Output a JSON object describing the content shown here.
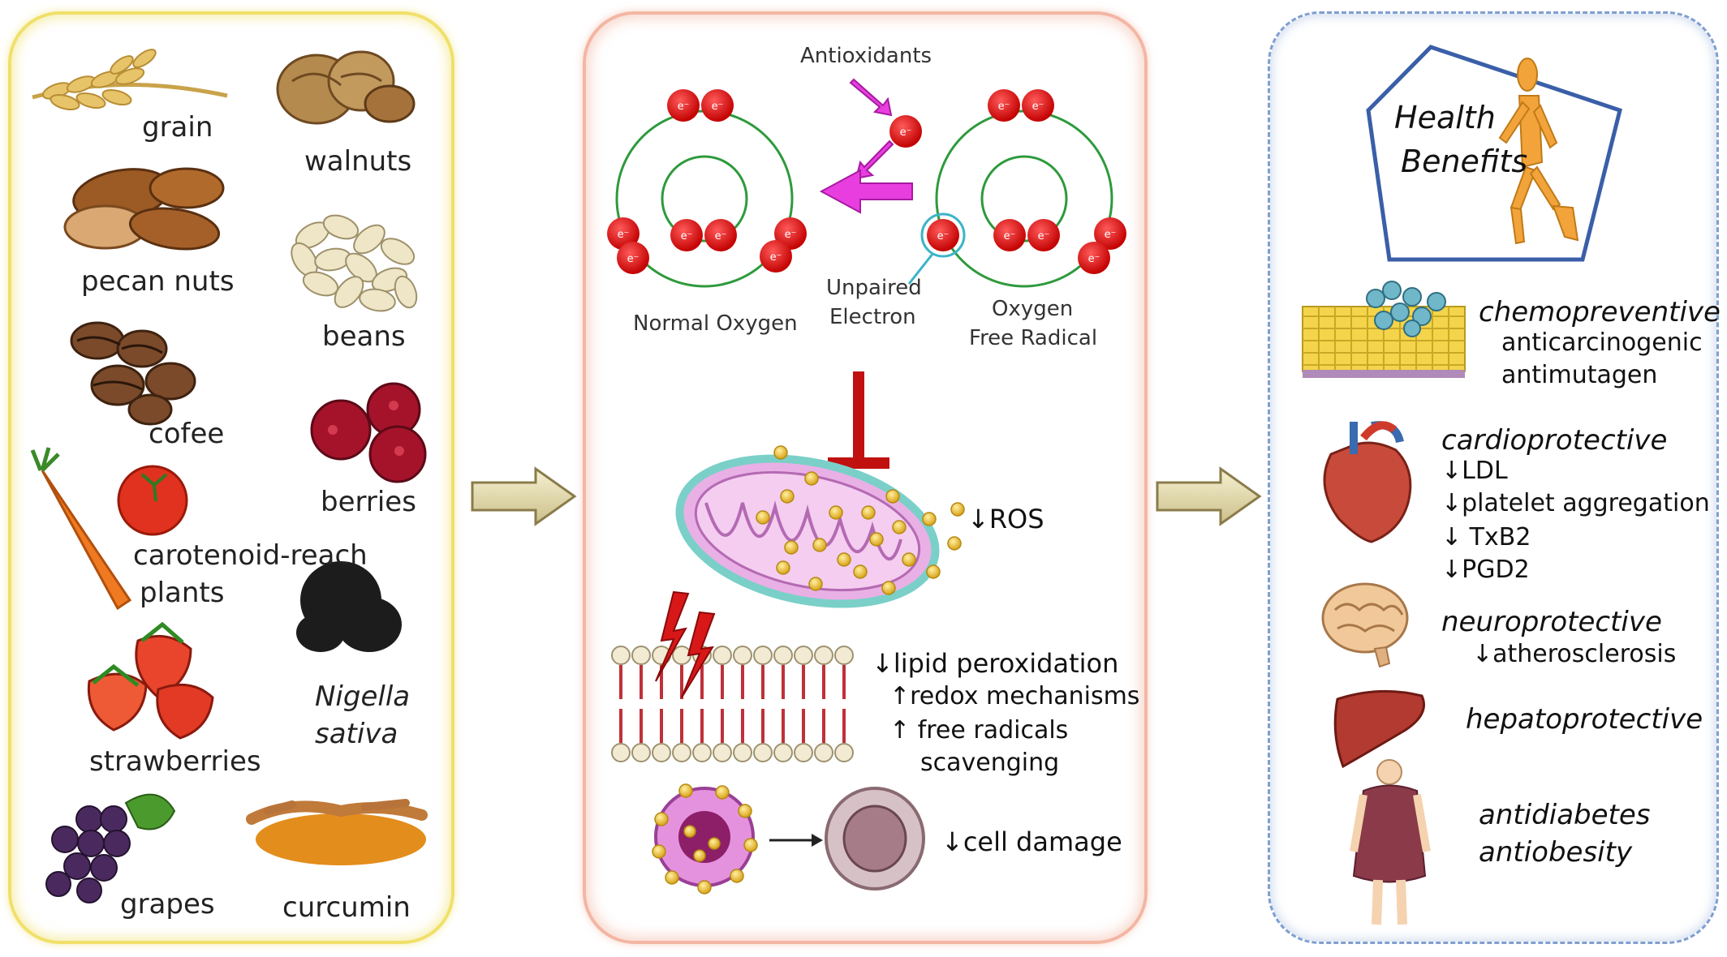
{
  "foods": {
    "grain": "grain",
    "walnuts": "walnuts",
    "pecan": "pecan nuts",
    "beans": "beans",
    "cofee": "cofee",
    "berries": "berries",
    "carotenoid_line1": "carotenoid-reach",
    "carotenoid_line2": "plants",
    "nigella_line1": "Nigella",
    "nigella_line2": "sativa",
    "strawberries": "strawberries",
    "grapes": "grapes",
    "curcumin": "curcumin"
  },
  "mechanism": {
    "antioxidants": "Antioxidants",
    "electron": "e⁻",
    "normal_oxygen": "Normal Oxygen",
    "unpaired_line1": "Unpaired",
    "unpaired_line2": "Electron",
    "radical_line1": "Oxygen",
    "radical_line2": "Free Radical",
    "ros": "↓ROS",
    "lipid": "↓lipid peroxidation",
    "redox": "↑redox mechanisms",
    "free_radicals": "↑ free radicals",
    "scavenging": "scavenging",
    "cell_damage": "↓cell damage"
  },
  "benefits": {
    "badge_line1": "Health",
    "badge_line2": "Benefits",
    "chemo": "chemopreventive",
    "anticarcinogenic": "anticarcinogenic",
    "antimutagen": "antimutagen",
    "cardio": "cardioprotective",
    "ldl": "↓LDL",
    "platelet": "↓platelet  aggregation",
    "txb2": "↓ TxB2",
    "pgd2": "↓PGD2",
    "neuro": "neuroprotective",
    "athero": "↓atherosclerosis",
    "hepato": "hepatoprotective",
    "antidiabetes": "antidiabetes",
    "antiobesity": "antiobesity"
  },
  "colors": {
    "left_border": "#f0e06a",
    "mid_border": "#f3b6a3",
    "right_border": "#7f9fd0",
    "electron": "#e01414",
    "orbit": "#2e9a3c",
    "antioxidant_arrow": "#e83ee0",
    "inhibit": "#c01010",
    "figure": "#f2a33a"
  }
}
